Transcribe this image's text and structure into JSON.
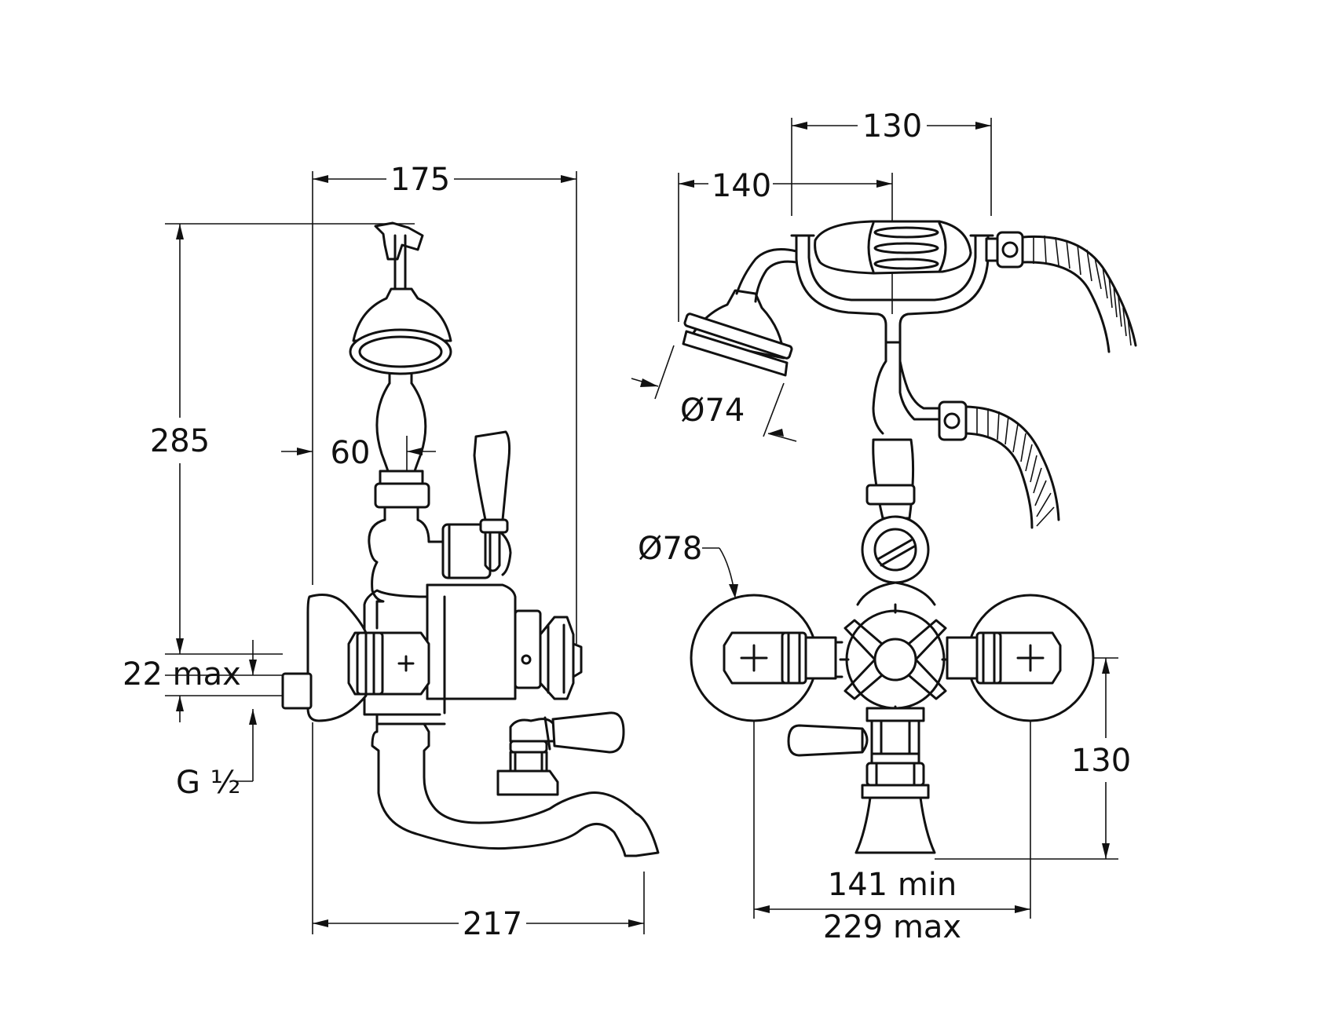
{
  "side_view": {
    "width_overall": "175",
    "height_overall": "285",
    "handset_offset": "60",
    "inlet_projection": "22 max",
    "inlet_thread": "G ½",
    "spout_reach": "217"
  },
  "front_view": {
    "handset_length": "140",
    "cradle_width": "130",
    "handset_head_diameter": "Ø74",
    "flange_diameter": "Ø78",
    "inlet_height": "130",
    "centres_min": "141 min",
    "centres_max": "229 max"
  },
  "colors": {
    "line": "#111111",
    "background": "#ffffff"
  }
}
